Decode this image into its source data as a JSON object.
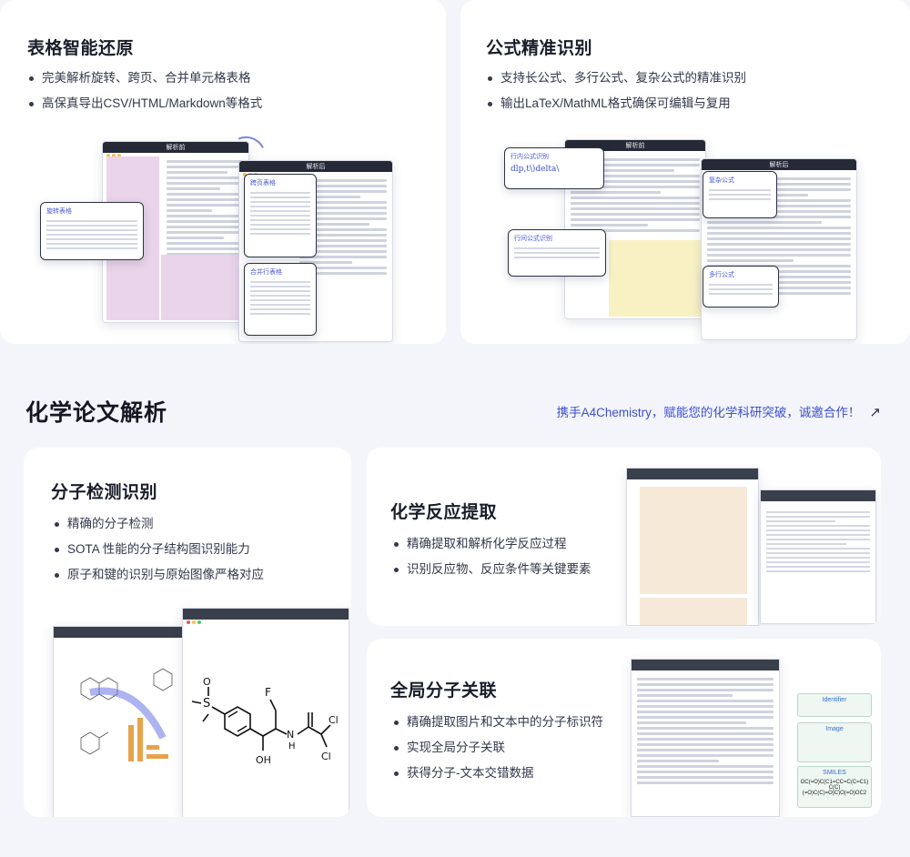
{
  "cards": {
    "table": {
      "title": "表格智能还原",
      "bullets": [
        "完美解析旋转、跨页、合并单元格表格",
        "高保真导出CSV/HTML/Markdown等格式"
      ],
      "win_left_label": "解析前",
      "win_right_label": "解析后",
      "callout_rotated": "旋转表格",
      "callout_cross": "跨页表格",
      "callout_merged": "合并行表格"
    },
    "formula": {
      "title": "公式精准识别",
      "bullets": [
        "支持长公式、多行公式、复杂公式的精准识别",
        "输出LaTeX/MathML格式确保可编辑与复用"
      ],
      "win_left_label": "解析前",
      "win_right_label": "解析后",
      "callout_inline": "行内公式识别",
      "callout_inline_text": "dlp,t\\)delta\\",
      "callout_block": "行间公式识别",
      "callout_complex": "复杂公式",
      "callout_multi": "多行公式"
    },
    "molecule": {
      "title": "分子检测识别",
      "bullets": [
        "精确的分子检测",
        "SOTA 性能的分子结构图识别能力",
        "原子和键的识别与原始图像严格对应"
      ]
    },
    "reaction": {
      "title": "化学反应提取",
      "bullets": [
        "精确提取和解析化学反应过程",
        "识别反应物、反应条件等关键要素"
      ]
    },
    "global": {
      "title": "全局分子关联",
      "bullets": [
        "精确提取图片和文本中的分子标识符",
        "实现全局分子关联",
        "获得分子-文本交错数据"
      ],
      "pill_identifier": "Identifier",
      "pill_image": "Image",
      "pill_smiles": "SMILES",
      "smiles_text_1": "OC(=O)C(C1=CC=C(C=C1)",
      "smiles_text_2": "C(C)(=O)C(C)=O)C)O(=O)OC2"
    }
  },
  "section": {
    "title": "化学论文解析",
    "partner_link": "携手A4Chemistry，赋能您的化学科研突破，诚邀合作！",
    "partner_arrow": "↗"
  },
  "molecule_atoms": {
    "S": "S",
    "F": "F",
    "OH": "OH",
    "N": "N",
    "H": "H",
    "Cl1": "Cl",
    "Cl2": "Cl",
    "O": "O"
  },
  "colors": {
    "accent": "#3d4fd0",
    "swoosh": "#7a83e6",
    "bar": "#e8a24c"
  }
}
